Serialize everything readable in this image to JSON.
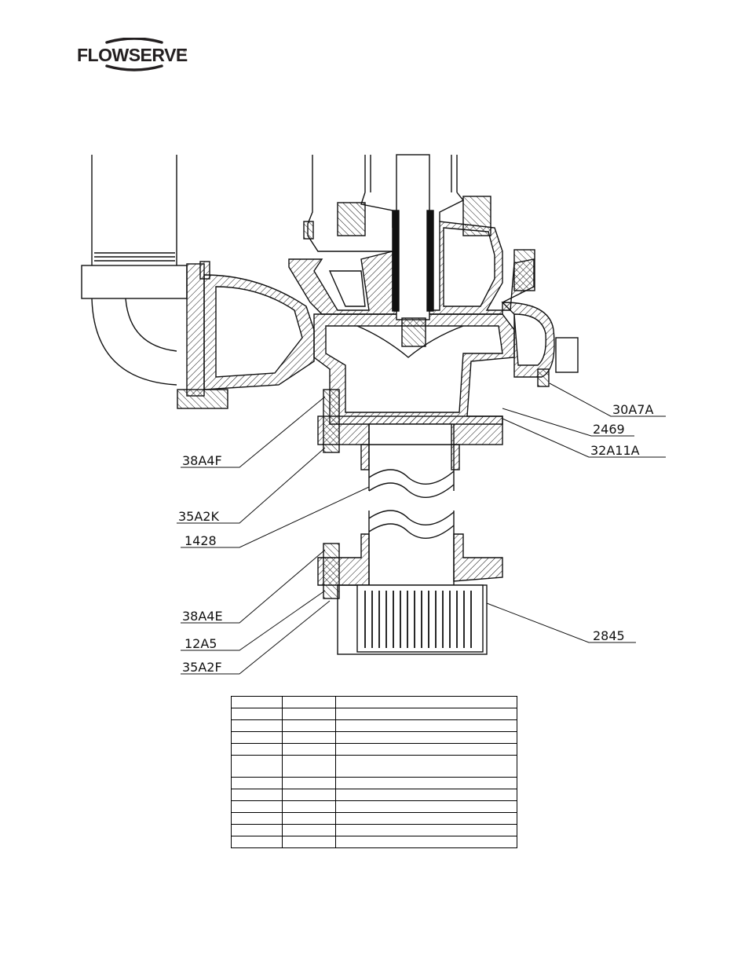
{
  "header": {
    "brand": "FLOWSERVE",
    "registered_mark": "®"
  },
  "drawing": {
    "callouts": {
      "c30A7A": "30A7A",
      "c2469": "2469",
      "c32A11A": "32A11A",
      "c38A4F": "38A4F",
      "c35A2K": "35A2K",
      "c1428": "1428",
      "c38A4E": "38A4E",
      "c12A5": "12A5",
      "c35A2F": "35A2F",
      "c2845": "2845"
    }
  },
  "parts_table": {
    "rows": [
      [
        "",
        "",
        ""
      ],
      [
        "",
        "",
        ""
      ],
      [
        "",
        "",
        ""
      ],
      [
        "",
        "",
        ""
      ],
      [
        "",
        "",
        ""
      ],
      [
        "",
        "",
        ""
      ],
      [
        "",
        "",
        ""
      ],
      [
        "",
        "",
        ""
      ],
      [
        "",
        "",
        ""
      ],
      [
        "",
        "",
        ""
      ],
      [
        "",
        "",
        ""
      ],
      [
        "",
        "",
        ""
      ]
    ]
  }
}
